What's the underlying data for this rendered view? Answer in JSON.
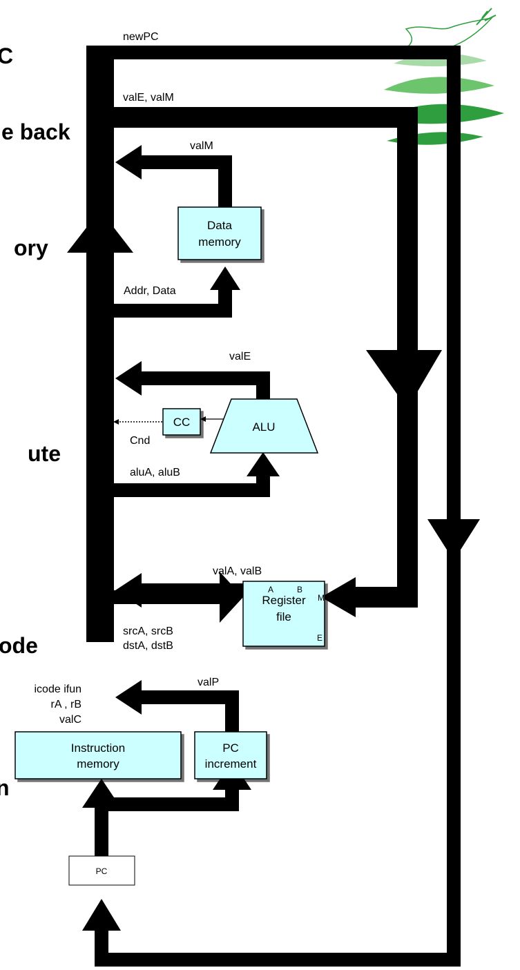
{
  "stages": {
    "pc": "C",
    "write_back": "e back",
    "memory": "ory",
    "execute": "ute",
    "decode": "ode",
    "fetch": "n"
  },
  "signals": {
    "newpc": "newPC",
    "vale_valm": "valE, valM",
    "valm": "valM",
    "addr_data": "Addr, Data",
    "vale": "valE",
    "cnd": "Cnd",
    "alua_alub": "aluA, aluB",
    "vala_valb": "valA, valB",
    "src": "srcA, srcB",
    "dst": "dstA, dstB",
    "icode_ifun": "icode ifun",
    "ra_rb": "rA , rB",
    "valc": "valC",
    "valp": "valP"
  },
  "blocks": {
    "data_memory": [
      "Data",
      "memory"
    ],
    "cc": "CC",
    "alu": "ALU",
    "register_file": [
      "Register",
      "file"
    ],
    "register_ports": {
      "a": "A",
      "b": "B",
      "m": "M",
      "e": "E"
    },
    "instruction_memory": [
      "Instruction",
      "memory"
    ],
    "pc_increment": [
      "PC",
      "increment"
    ],
    "pc": "PC"
  },
  "colors": {
    "block_fill": "#ccffff",
    "wire": "#000000",
    "logo_light": "#a8dba8",
    "logo_mid": "#6cc46c",
    "logo_dark": "#2e9e3e"
  }
}
